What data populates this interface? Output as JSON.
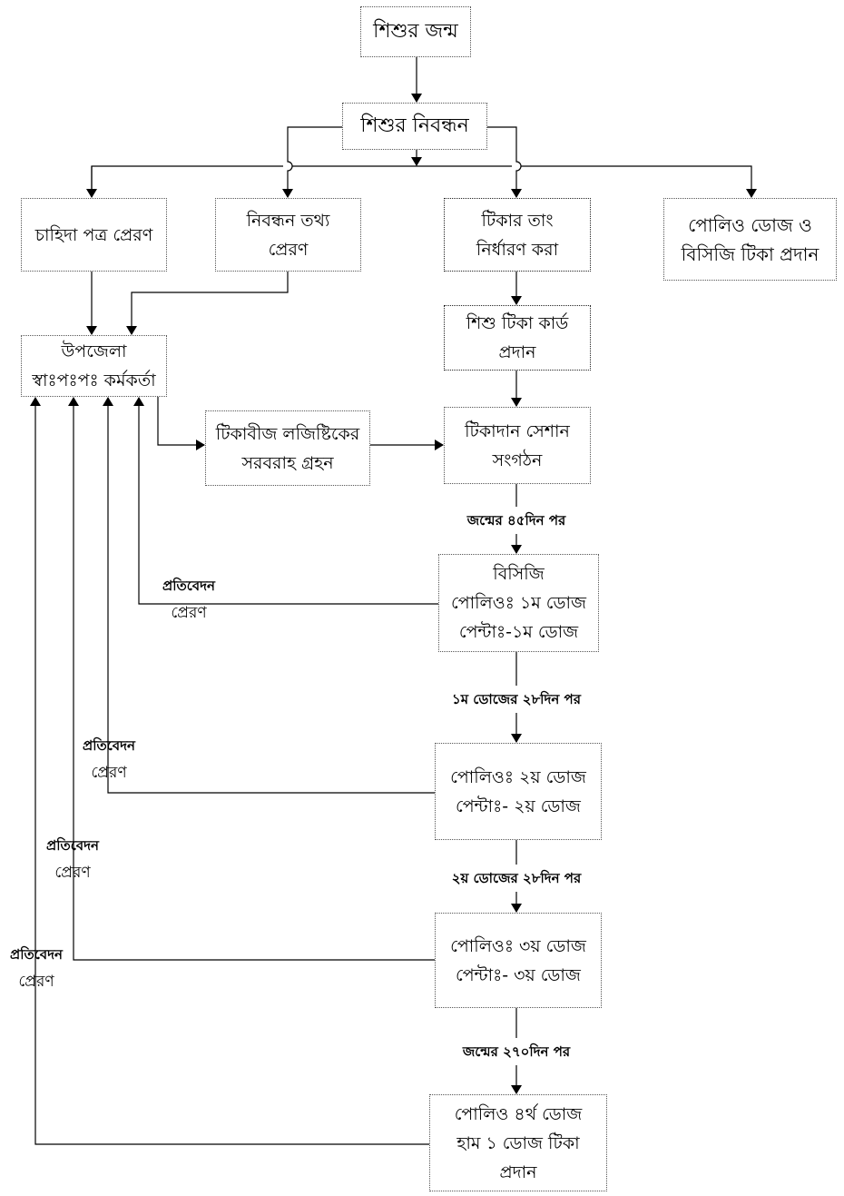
{
  "nodes": {
    "birth": "শিশুর জন্ম",
    "registration": "শিশুর নিবন্ধন",
    "demand_letter": "চাহিদা পত্র প্রেরণ",
    "reg_info": [
      "নিবন্ধন তথ্য",
      "প্রেরণ"
    ],
    "set_date": [
      "টিকার তাং",
      "নির্ধারণ করা"
    ],
    "polio_bcg": [
      "পোলিও  ডোজ ও",
      "বিসিজি টিকা প্রদান"
    ],
    "card": [
      "শিশু টিকা কার্ড",
      "প্রদান"
    ],
    "upazila": [
      "উপজেলা",
      "স্বাঃপঃপঃ কর্মকর্তা"
    ],
    "logistics": [
      "টিকাবীজ লজিষ্টিকের",
      "সরবরাহ গ্রহন"
    ],
    "session": [
      "টিকাদান সেশান",
      "সংগঠন"
    ],
    "dose1": [
      "বিসিজি",
      "পোলিওঃ ১ম ডোজ",
      "পেন্টাঃ-১ম ডোজ"
    ],
    "dose2": [
      "পোলিওঃ ২য় ডোজ",
      "পেন্টাঃ- ২য় ডোজ"
    ],
    "dose3": [
      "পোলিওঃ ৩য় ডোজ",
      "পেন্টাঃ- ৩য় ডোজ"
    ],
    "dose4": [
      "পোলিও ৪র্থ ডোজ",
      "হাম ১ ডোজ টিকা",
      "প্রদান"
    ]
  },
  "edge_labels": {
    "after45": "জন্মের ৪৫দিন পর",
    "after_d1": "১ম ডোজের ২৮দিন পর",
    "after_d2": "২য় ডোজের ২৮দিন পর",
    "after270": "জন্মের ২৭০দিন পর"
  },
  "report": {
    "line1": "প্রতিবেদন",
    "line2": "প্রেরণ"
  }
}
